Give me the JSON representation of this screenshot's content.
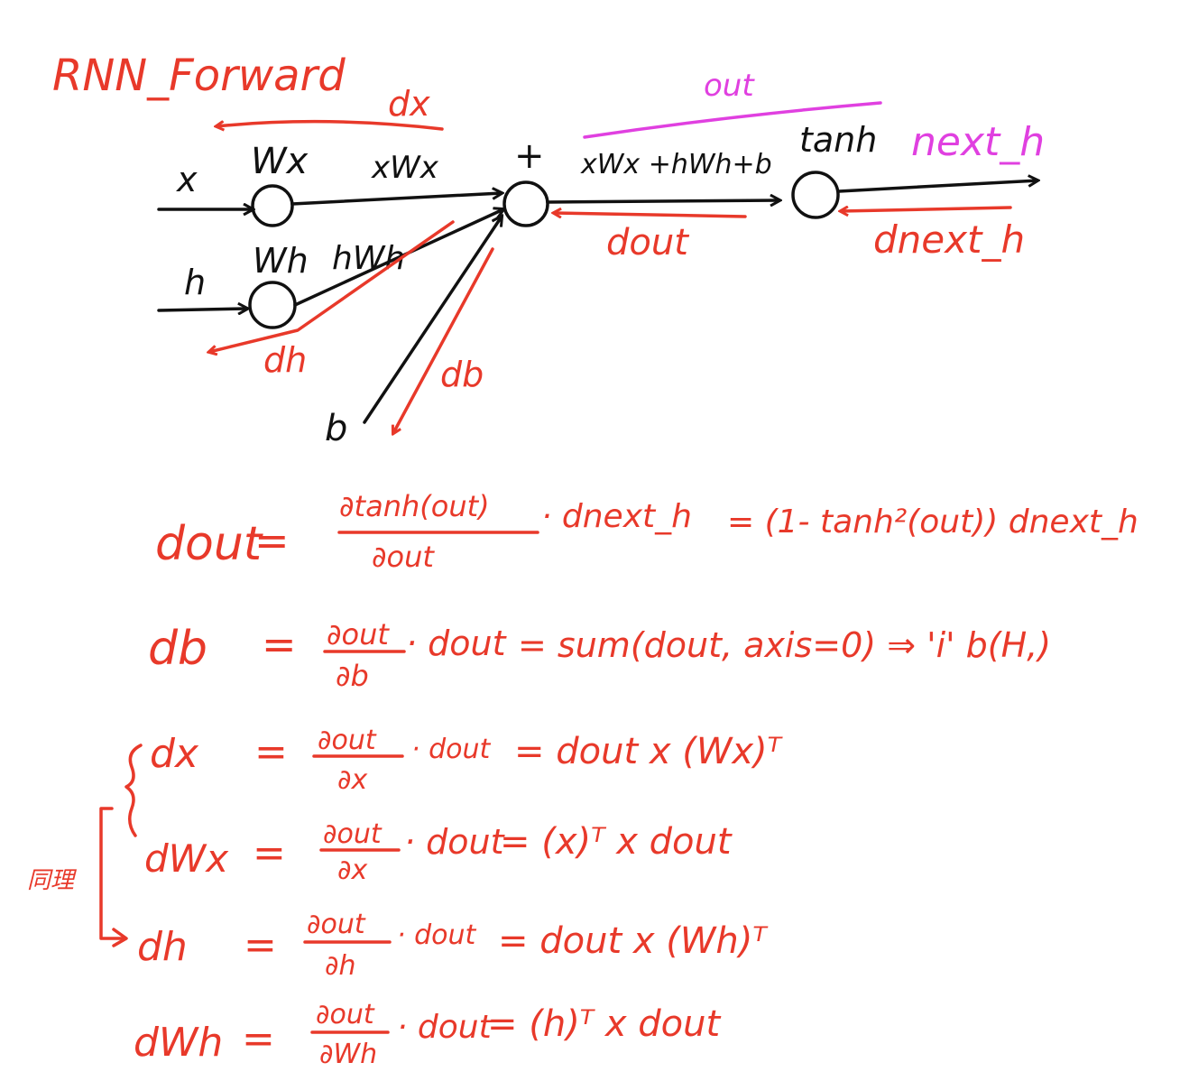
{
  "title": "RNN_Forward",
  "colors": {
    "red": "#E8392A",
    "black": "#111111",
    "magenta": "#E040E0"
  },
  "diagram": {
    "nodes": {
      "wx": "Wx",
      "wh": "Wh",
      "plus": "+",
      "tanh": "tanh"
    },
    "inputs": {
      "x": "x",
      "h": "h",
      "b": "b"
    },
    "edges": {
      "xwx": "xWx",
      "hwh": "hWh",
      "sum": "xWx +hWh+b",
      "next_h": "next_h"
    },
    "grads": {
      "dx": "dx",
      "dh": "dh",
      "db": "db",
      "dout": "dout",
      "dnext_h": "dnext_h",
      "out": "out"
    }
  },
  "equations": [
    {
      "lhs": "dout",
      "eq": "=",
      "num": "∂tanh(out)",
      "den": "∂out",
      "dot": "· dnext_h",
      "rhs": "= (1- tanh²(out)) dnext_h"
    },
    {
      "lhs": "db",
      "eq": "=",
      "num": "∂out",
      "den": "∂b",
      "dot": "· dout",
      "rhs": "= sum(dout, axis=0) ⇒ 'i' b(H,)"
    },
    {
      "lhs": "dx",
      "eq": "=",
      "num": "∂out",
      "den": "∂x",
      "dot": "· dout",
      "rhs": "= dout x (Wx)ᵀ"
    },
    {
      "lhs": "dWx",
      "eq": "=",
      "num": "∂out",
      "den": "∂x",
      "dot": "· dout",
      "rhs": "= (x)ᵀ x dout"
    },
    {
      "lhs": "dh",
      "eq": "=",
      "num": "∂out",
      "den": "∂h",
      "dot": "· dout",
      "rhs": "= dout x (Wh)ᵀ"
    },
    {
      "lhs": "dWh",
      "eq": "=",
      "num": "∂out",
      "den": "∂Wh",
      "dot": "· dout",
      "rhs": "= (h)ᵀ x dout"
    }
  ],
  "side_note": "同理"
}
